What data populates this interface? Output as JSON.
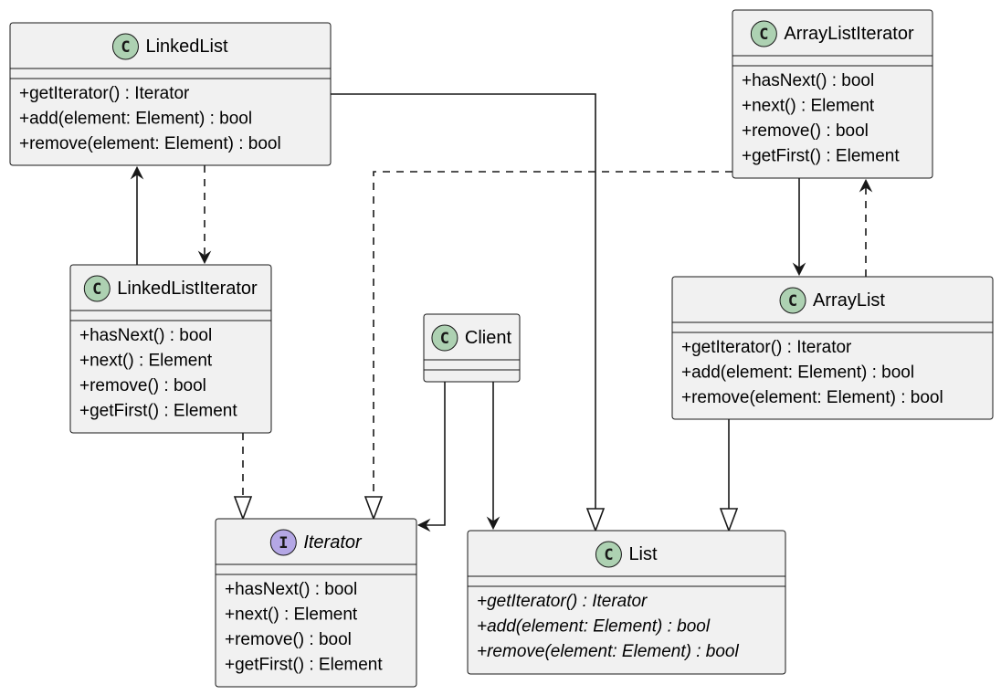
{
  "diagram": {
    "classes": [
      {
        "id": "linkedlist",
        "kind": "class",
        "name": "LinkedList",
        "italic_name": false,
        "methods": [
          "+getIterator() : Iterator",
          "+add(element: Element) : bool",
          "+remove(element: Element) : bool"
        ],
        "abstract_methods": false
      },
      {
        "id": "arraylistiterator",
        "kind": "class",
        "name": "ArrayListIterator",
        "italic_name": false,
        "methods": [
          "+hasNext() : bool",
          "+next() : Element",
          "+remove() : bool",
          "+getFirst() : Element"
        ],
        "abstract_methods": false
      },
      {
        "id": "linkedlistiterator",
        "kind": "class",
        "name": "LinkedListIterator",
        "italic_name": false,
        "methods": [
          "+hasNext() : bool",
          "+next() : Element",
          "+remove() : bool",
          "+getFirst() : Element"
        ],
        "abstract_methods": false
      },
      {
        "id": "client",
        "kind": "class",
        "name": "Client",
        "italic_name": false,
        "methods": [],
        "abstract_methods": false
      },
      {
        "id": "arraylist",
        "kind": "class",
        "name": "ArrayList",
        "italic_name": false,
        "methods": [
          "+getIterator() : Iterator",
          "+add(element: Element) : bool",
          "+remove(element: Element) : bool"
        ],
        "abstract_methods": false
      },
      {
        "id": "iterator",
        "kind": "interface",
        "name": "Iterator",
        "italic_name": true,
        "methods": [
          "+hasNext() : bool",
          "+next() : Element",
          "+remove() : bool",
          "+getFirst() : Element"
        ],
        "abstract_methods": false
      },
      {
        "id": "list",
        "kind": "class",
        "name": "List",
        "italic_name": false,
        "methods": [
          "+getIterator() : Iterator",
          "+add(element: Element) : bool",
          "+remove(element: Element) : bool"
        ],
        "abstract_methods": true
      }
    ],
    "stereotype_letters": {
      "class": "C",
      "interface": "I"
    },
    "relations": [
      {
        "from": "linkedlistiterator",
        "to": "linkedlist",
        "type": "association"
      },
      {
        "from": "linkedlist",
        "to": "linkedlistiterator",
        "type": "dependency"
      },
      {
        "from": "linkedlist",
        "to": "list",
        "type": "inheritance"
      },
      {
        "from": "arraylistiterator",
        "to": "iterator",
        "type": "realization"
      },
      {
        "from": "arraylistiterator",
        "to": "arraylist",
        "type": "association"
      },
      {
        "from": "arraylist",
        "to": "arraylistiterator",
        "type": "dependency"
      },
      {
        "from": "linkedlistiterator",
        "to": "iterator",
        "type": "realization"
      },
      {
        "from": "client",
        "to": "iterator",
        "type": "association"
      },
      {
        "from": "client",
        "to": "list",
        "type": "association"
      },
      {
        "from": "arraylist",
        "to": "list",
        "type": "inheritance"
      }
    ],
    "colors": {
      "class_fill": "#f1f1f1",
      "border": "#181818",
      "class_stereotype_circle": "#add1b2",
      "interface_stereotype_circle": "#b4a7e5"
    }
  }
}
